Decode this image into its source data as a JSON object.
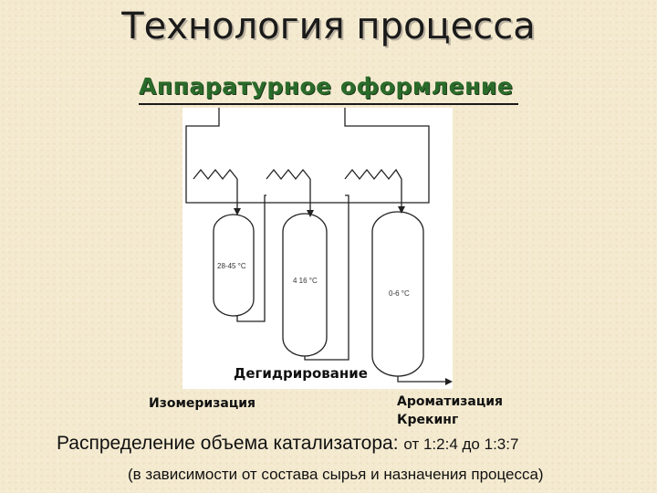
{
  "title": "Технология процесса",
  "subtitle": "Аппаратурное оформление",
  "reactors": [
    {
      "temp_label": "28-45 °C"
    },
    {
      "temp_label": "4 16 °C"
    },
    {
      "temp_label": "0-6 °C"
    }
  ],
  "labels": {
    "dehydrogenation": "Дегидрирование",
    "isomerization": "Изомеризация",
    "aromatization": "Ароматизация",
    "cracking": "Крекинг"
  },
  "distribution": {
    "text": "Распределение объема катализатора:",
    "ratio": "от 1:2:4 до 1:3:7"
  },
  "note": "(в зависимости от состава сырья и назначения процесса)"
}
